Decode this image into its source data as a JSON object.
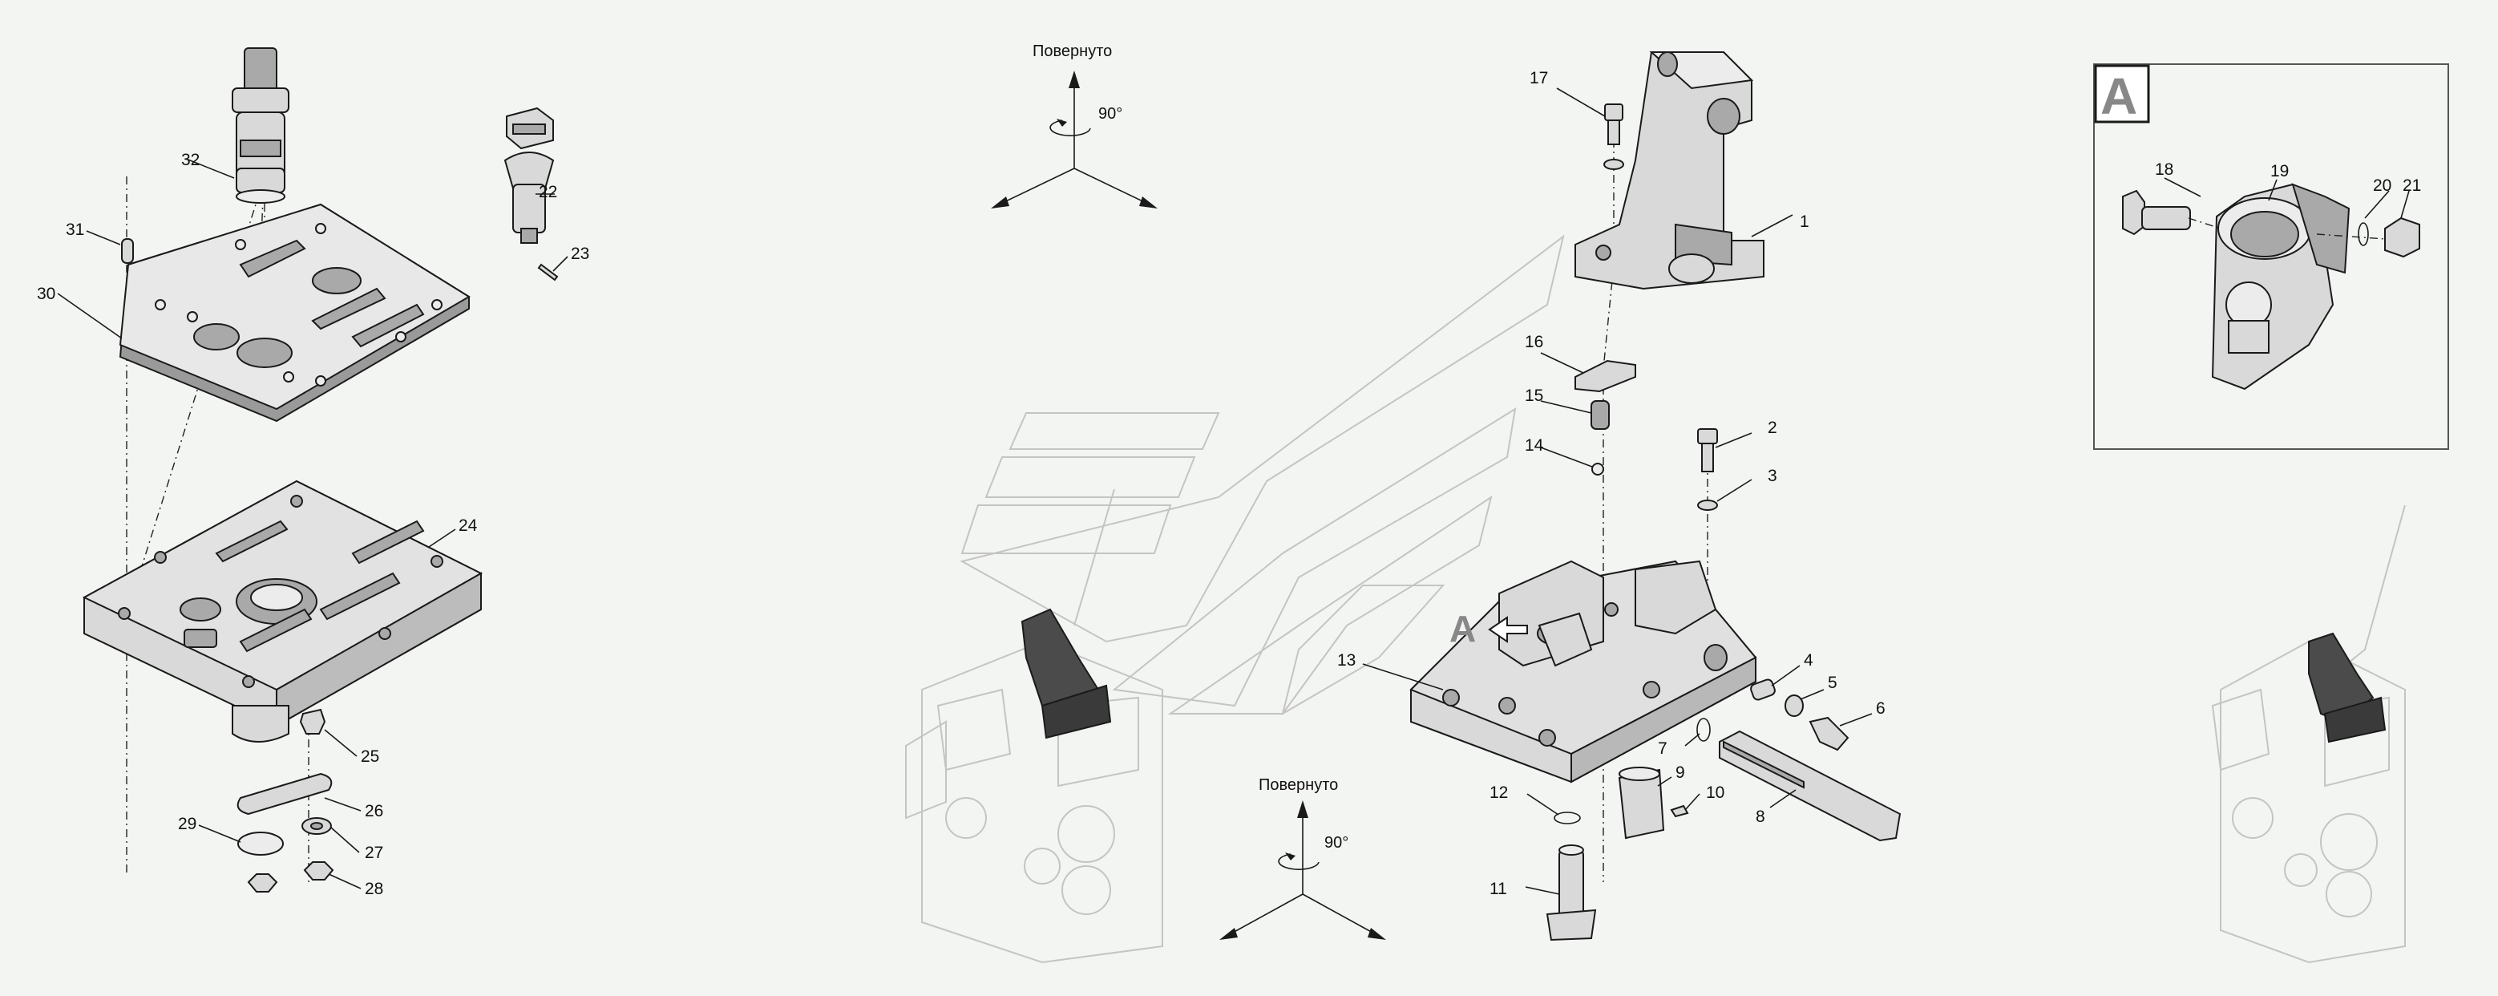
{
  "rotation_labels": {
    "top": "Повернуто",
    "bottom": "Повернуто",
    "angle_top": "90°",
    "angle_bottom": "90°"
  },
  "detail_view": {
    "letter": "A"
  },
  "view_marker": {
    "letter": "A"
  },
  "callouts": {
    "c1": "1",
    "c2": "2",
    "c3": "3",
    "c4": "4",
    "c5": "5",
    "c6": "6",
    "c7": "7",
    "c8": "8",
    "c9": "9",
    "c10": "10",
    "c11": "11",
    "c12": "12",
    "c13": "13",
    "c14": "14",
    "c15": "15",
    "c16": "16",
    "c17": "17",
    "c18": "18",
    "c19": "19",
    "c20": "20",
    "c21": "21",
    "c22": "22",
    "c23": "23",
    "c24": "24",
    "c25": "25",
    "c26": "26",
    "c27": "27",
    "c28": "28",
    "c29": "29",
    "c30": "30",
    "c31": "31",
    "c32": "32"
  },
  "colors": {
    "background": "#f3f5f2",
    "part_fill": "#d9d9d9",
    "dark_part": "#a9a9a9",
    "ghost_lines": "#c4c4c4",
    "arrow_fill": "#ffffff"
  }
}
